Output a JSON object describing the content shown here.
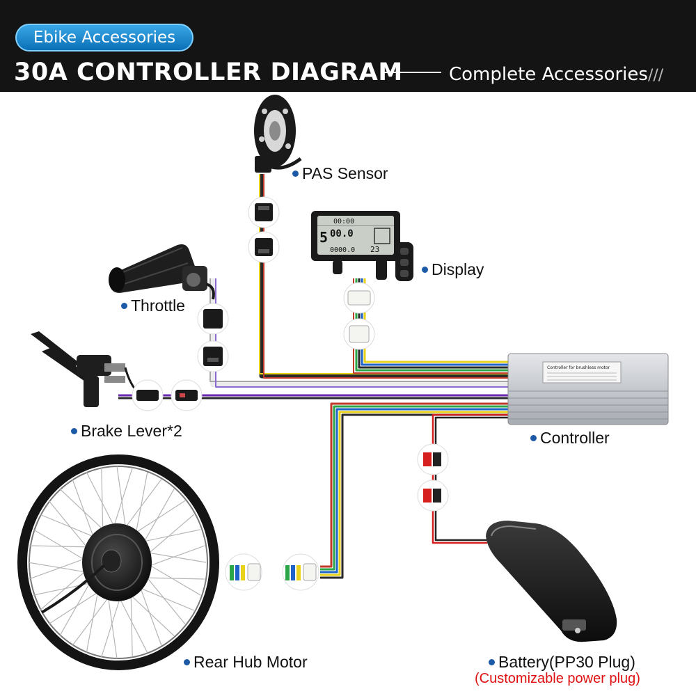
{
  "header": {
    "badge": "Ebike Accessories",
    "title": "30A CONTROLLER  DIAGRAM",
    "subtitle": "Complete Accessories",
    "subtitle_suffix": "///"
  },
  "labels": {
    "pas_sensor": "PAS Sensor",
    "display": "Display",
    "throttle": "Throttle",
    "brake_lever": "Brake Lever*2",
    "controller": "Controller",
    "rear_hub_motor": "Rear Hub Motor",
    "battery": "Battery(PP30 Plug)",
    "battery_note": "(Customizable power plug)"
  },
  "display_screen": {
    "row1": "00:00",
    "row2": "00.0",
    "row3": "0000.0",
    "row4": "23"
  },
  "controller_sticker": {
    "title": "Controller for brushless motor"
  },
  "colors": {
    "header_bg": "#141414",
    "badge_blue": "#1a86cf",
    "bullet_blue": "#1c5aa8",
    "note_red": "#e01010"
  }
}
